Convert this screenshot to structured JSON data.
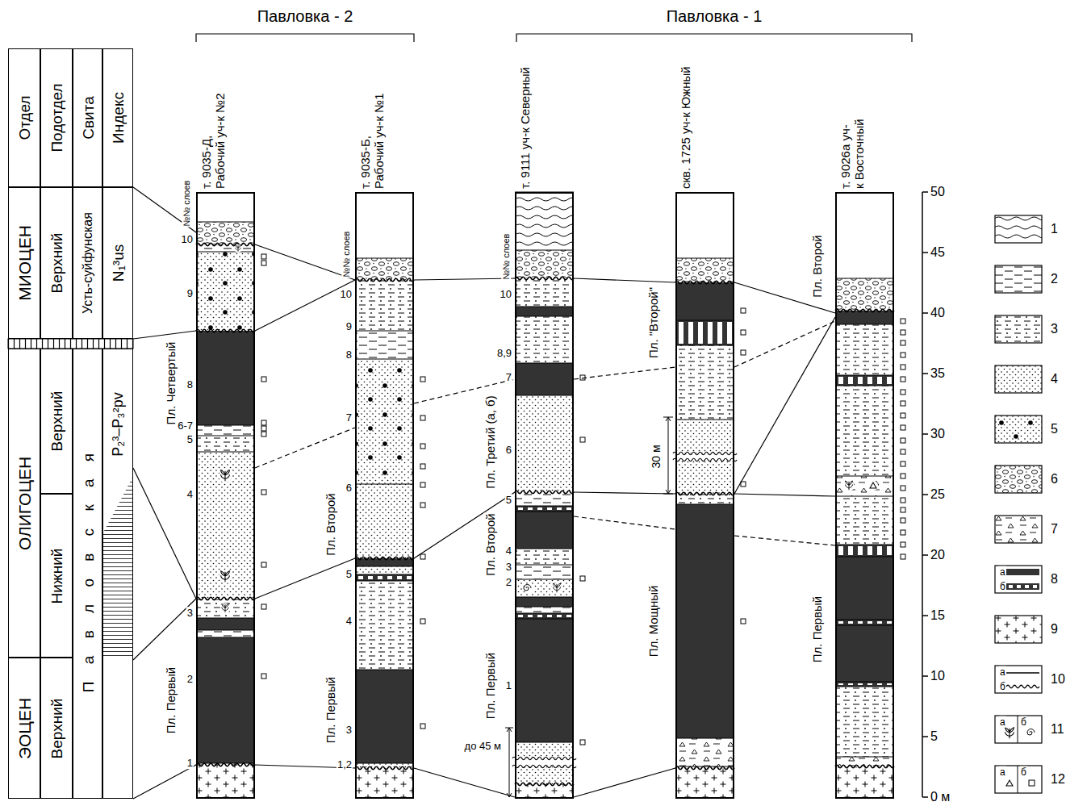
{
  "diagram": {
    "nodes": [
      {
        "text": [
          "Отдел"
        ]
      },
      {
        "text": [
          "Подотдел"
        ]
      },
      {
        "text": [
          "Свита"
        ]
      },
      {
        "text": [
          "Индекс"
        ]
      },
      {
        "text": [
          "МИОЦЕН"
        ]
      },
      {
        "text": [
          "Верхний"
        ]
      },
      {
        "text": [
          "Усть-суйфунская"
        ]
      },
      {
        "text": [
          "N₁³us"
        ]
      },
      {
        "text": [
          "ОЛИГОЦЕН"
        ]
      },
      {
        "text": [
          "Верхний"
        ]
      },
      {
        "text": [
          "Нижний"
        ]
      },
      {
        "text": [
          "ЭОЦЕН"
        ]
      },
      {
        "text": [
          "Верхний"
        ]
      },
      {
        "text": [
          "П а в л о в с к а я"
        ]
      },
      {
        "text": [
          "P₂³–P₃²pv"
        ]
      },
      {
        "text": [
          "т. 9035-Д, Рабочий уч-к №2"
        ]
      },
      {
        "text": [
          "т. 9035-Б, Рабочий уч-к №1"
        ]
      },
      {
        "text": [
          "т. 9111 уч-к Северный"
        ]
      },
      {
        "text": [
          "скв. 1725 уч-к Южный"
        ]
      },
      {
        "text": [
          "т. 9026а уч-к Восточный"
        ]
      }
    ],
    "edges": [
      {
        "from": 7,
        "to": 15,
        "arrow": "none"
      },
      {
        "from": 7,
        "to": 15,
        "arrow": "none"
      },
      {
        "from": 14,
        "to": 15,
        "arrow": "none"
      },
      {
        "from": 14,
        "to": 15,
        "arrow": "none"
      },
      {
        "from": 14,
        "to": 15,
        "arrow": "none"
      },
      {
        "from": 15,
        "to": 16,
        "arrow": "none"
      },
      {
        "from": 15,
        "to": 16,
        "arrow": "none"
      },
      {
        "from": 15,
        "to": 16,
        "arrow": "none"
      },
      {
        "from": 15,
        "to": 16,
        "arrow": "none"
      },
      {
        "from": 15,
        "to": 16,
        "arrow": "none"
      },
      {
        "from": 16,
        "to": 17,
        "arrow": "none"
      },
      {
        "from": 16,
        "to": 17,
        "arrow": "none"
      },
      {
        "from": 16,
        "to": 17,
        "arrow": "none"
      },
      {
        "from": 16,
        "to": 17,
        "arrow": "none"
      },
      {
        "from": 17,
        "to": 18,
        "arrow": "none"
      },
      {
        "from": 17,
        "to": 18,
        "arrow": "none"
      },
      {
        "from": 17,
        "to": 18,
        "arrow": "none"
      },
      {
        "from": 17,
        "to": 18,
        "arrow": "none"
      },
      {
        "from": 17,
        "to": 18,
        "arrow": "none"
      },
      {
        "from": 18,
        "to": 19,
        "arrow": "none"
      },
      {
        "from": 18,
        "to": 19,
        "arrow": "none"
      },
      {
        "from": 18,
        "to": 19,
        "arrow": "none"
      },
      {
        "from": 18,
        "to": 19,
        "arrow": "none"
      },
      {
        "from": 18,
        "to": 19,
        "arrow": "none"
      }
    ],
    "labels": [
      "Павловка - 2",
      "Павловка - 1",
      "№№ слоев",
      "№№ слоев",
      "№№ слоев",
      "10",
      "9",
      "8",
      "6-7",
      "5",
      "4",
      "3",
      "2",
      "1",
      "10",
      "9",
      "8",
      "7",
      "6",
      "5",
      "4",
      "3",
      "1,2",
      "10",
      "8,9",
      "7",
      "6",
      "5",
      "4",
      "3",
      "2",
      "1",
      "Пл. Четвертый",
      "Пл. Первый",
      "Пл. Второй",
      "Пл. Первый",
      "Пл. Третий (а, б)",
      "Пл. Второй",
      "Пл. Первый",
      "Пл. \"Второй\"",
      "Пл. Мощный",
      "Пл. Второй",
      "Пл. Первый",
      "до 45 м",
      "30 м",
      "50",
      "45",
      "40",
      "35",
      "30",
      "25",
      "20",
      "15",
      "10",
      "5",
      "0 м",
      "а",
      "б",
      "а",
      "б",
      "а",
      "б",
      "а",
      "б"
    ],
    "legend": [
      {
        "text": "1"
      },
      {
        "text": "2"
      },
      {
        "text": "3"
      },
      {
        "text": "4"
      },
      {
        "text": "5"
      },
      {
        "text": "6"
      },
      {
        "text": "7"
      },
      {
        "text": "8"
      },
      {
        "text": "9"
      },
      {
        "text": "10"
      },
      {
        "text": "11"
      },
      {
        "text": "12"
      }
    ]
  }
}
